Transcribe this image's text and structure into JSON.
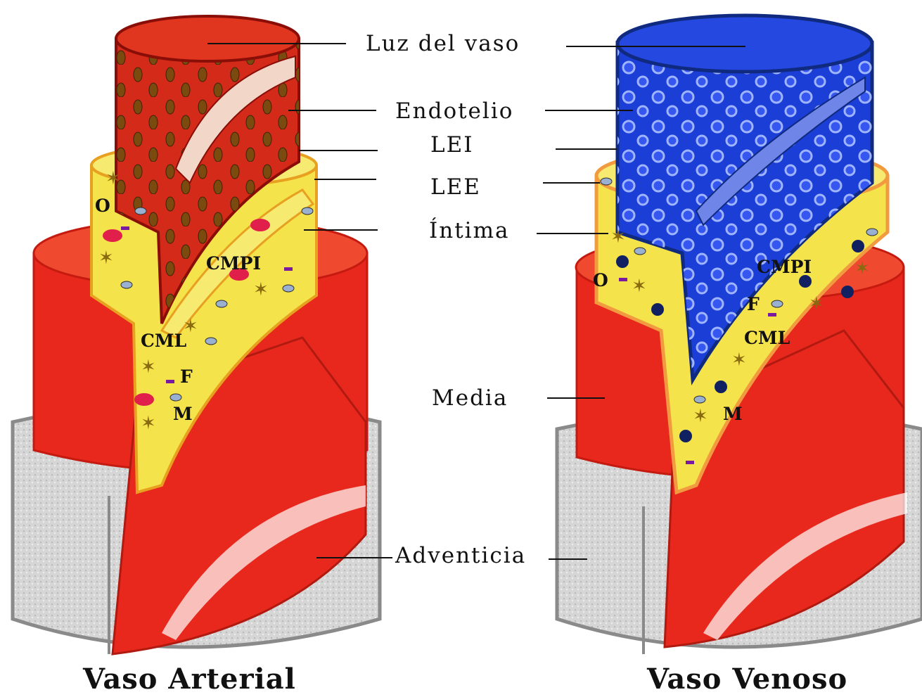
{
  "labels": {
    "luz": "Luz del vaso",
    "endotelio": "Endotelio",
    "lei": "LEI",
    "lee": "LEE",
    "intima": "Íntima",
    "media": "Media",
    "adventicia": "Adventicia"
  },
  "artery": {
    "title": "Vaso Arterial",
    "markers": {
      "o": "O",
      "cmpi": "CMPI",
      "cml": "CML",
      "f": "F",
      "m": "M"
    }
  },
  "vein": {
    "title": "Vaso Venoso",
    "markers": {
      "o": "O",
      "cmpi": "CMPI",
      "f": "F",
      "cml": "CML",
      "m": "M"
    }
  },
  "colors": {
    "adventitia": "#d8d8d8",
    "media": "#e8281c",
    "intima": "#f4e34a",
    "artery_lumen": "#d42a1a",
    "vein_lumen": "#1b3fd6",
    "outline": "#8a8a8a"
  }
}
